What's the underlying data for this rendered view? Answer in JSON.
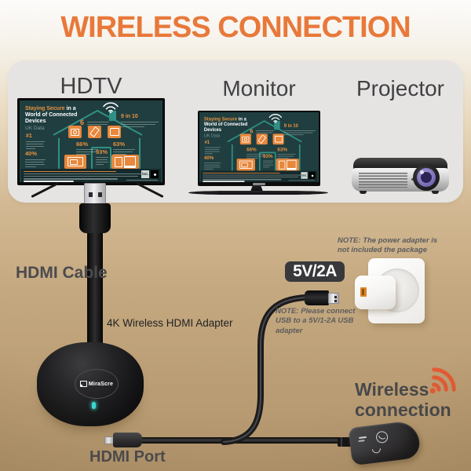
{
  "title": "WIRELESS CONNECTION",
  "devices": {
    "hdtv": "HDTV",
    "monitor": "Monitor",
    "projector": "Projector"
  },
  "adapter": {
    "brand": "MiraScre",
    "name_label": "4K Wireless HDMI Adapter",
    "hdmi_cable_label": "HDMI Cable",
    "hdmi_port_label": "HDMI Port"
  },
  "power": {
    "badge": "5V/2A",
    "note_adapter": "NOTE: The power adapter is not included the package",
    "note_usb": "NOTE: Please connect USB to a 5V/1-2A USB adapter"
  },
  "wireless": {
    "line1": "Wireless",
    "line2": "connection"
  },
  "screen": {
    "headline_accent": "Staying Secure",
    "headline_rest": "in a",
    "headline_line2": "World of Connected",
    "headline_line3": "Devices",
    "subtitle": "UK Data",
    "stats": {
      "nine_in_ten": "9 in 10",
      "six": "6",
      "rank": "#1",
      "p40": "40%",
      "p66": "66%",
      "p93": "93%",
      "p63": "63%"
    },
    "logo": "bsi."
  },
  "colors": {
    "accent_orange": "#e8793a",
    "wifi_orange": "#e25b35",
    "screen_teal": "#203e40",
    "screen_orange": "#e8883c",
    "led_cyan": "#3ed8d2"
  }
}
